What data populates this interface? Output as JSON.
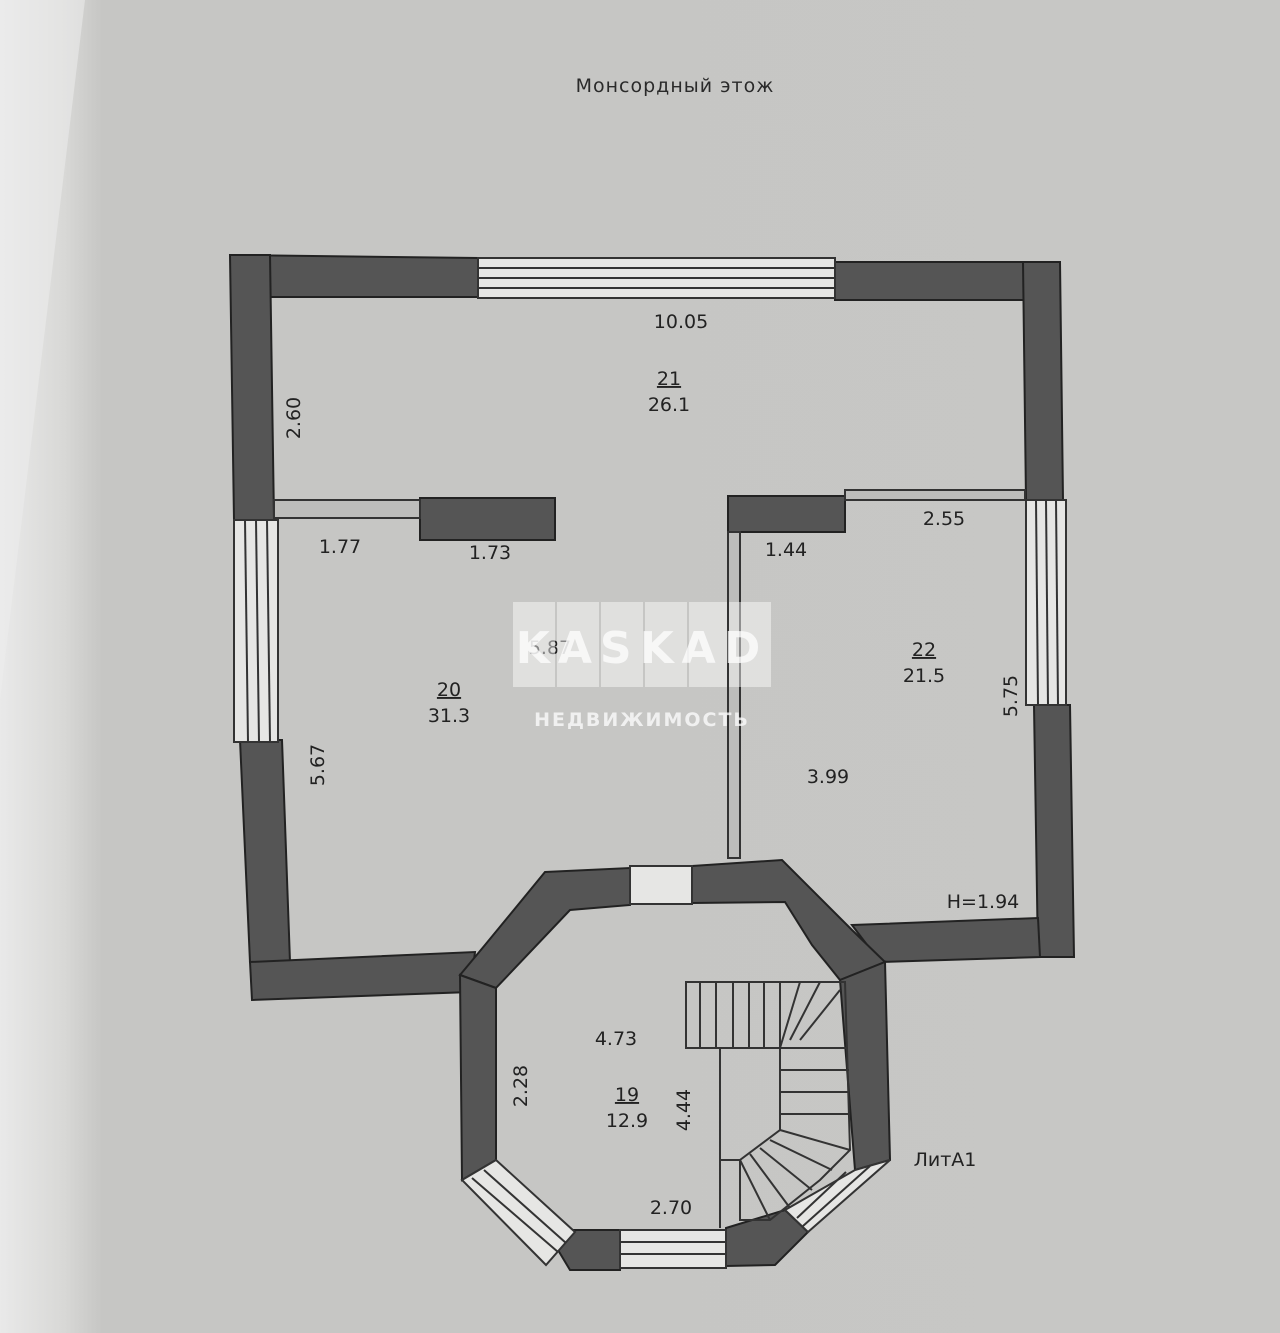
{
  "title": "Монсордный этож",
  "rooms": [
    {
      "id": "21",
      "number": "21",
      "area": "26.1"
    },
    {
      "id": "20",
      "number": "20",
      "area": "31.3"
    },
    {
      "id": "22",
      "number": "22",
      "area": "21.5"
    },
    {
      "id": "19",
      "number": "19",
      "area": "12.9"
    }
  ],
  "dimensions": {
    "top_width": "10.05",
    "left_upper_height": "2.60",
    "partition_left": "1.77",
    "partition_mid": "1.73",
    "partition_right_short": "1.44",
    "partition_right": "2.55",
    "room20_width": "5.87",
    "room20_height": "5.67",
    "room22_height": "5.75",
    "room22_width": "3.99",
    "ceiling_height": "H=1.94",
    "stair_width": "4.73",
    "stair_left": "2.28",
    "stair_height": "4.44",
    "stair_bottom": "2.70"
  },
  "annotations": {
    "litera": "ЛитА1"
  },
  "watermark": {
    "brand": "KASKAD",
    "subtitle": "НЕДВИЖИМОСТЬ"
  },
  "colors": {
    "paper": "#c4c4c2",
    "wall": "#555555",
    "wall_outline": "#222222",
    "window_fill": "#e6e6e4"
  }
}
